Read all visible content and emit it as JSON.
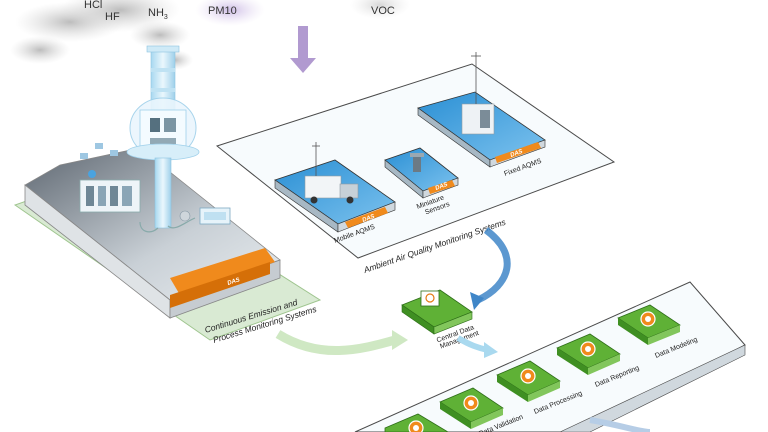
{
  "emissions": {
    "hcl": "HCl",
    "hf": "HF",
    "nh3_base": "NH",
    "nh3_sub": "3",
    "pm10": "PM10",
    "voc": "VOC"
  },
  "cems": {
    "das_label": "DAS",
    "title_line1": "Continuous Emission and",
    "title_line2": "Process Monitoring Systems"
  },
  "aqms": {
    "title": "Ambient Air Quality Monitoring Systems",
    "mobile_label": "Mobile AQMS",
    "mobile_das": "DAS",
    "mini_line1": "Miniature",
    "mini_line2": "Sensors",
    "mini_das": "DAS",
    "fixed_label": "Fixed AQMS",
    "fixed_das": "DAS"
  },
  "central": {
    "line1": "Central Data",
    "line2": "Management"
  },
  "data_modules": [
    {
      "label": "Data Modeling"
    },
    {
      "label": "Data Reporting"
    },
    {
      "label": "Data Processing"
    },
    {
      "label": "Data Validation"
    },
    {
      "label": ""
    }
  ],
  "colors": {
    "das_orange": "#f08a1c",
    "platform_green": "#d9ead3",
    "module_green": "#5fb136",
    "arrow_purple": "#b19ad0",
    "arrow_blue": "#3f86c8"
  }
}
